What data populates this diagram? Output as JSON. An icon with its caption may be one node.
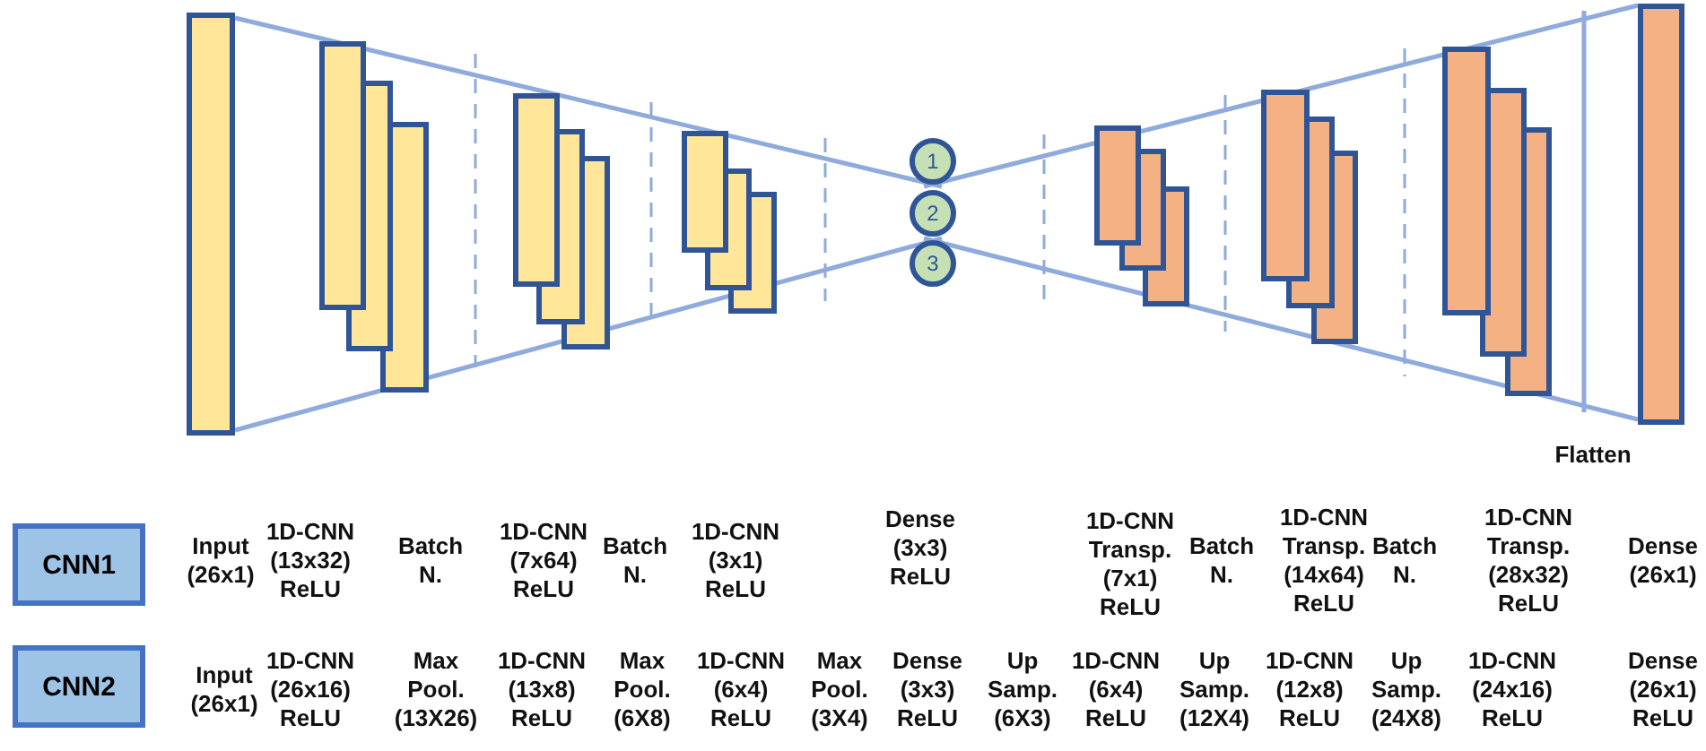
{
  "diagram": {
    "nodes": [
      {
        "text": [],
        "shape": "box"
      },
      {
        "text": [],
        "shape": "stack"
      },
      {
        "text": [],
        "shape": "stack"
      },
      {
        "text": [],
        "shape": "stack"
      },
      {
        "text": [
          "1"
        ]
      },
      {
        "text": [
          "2"
        ]
      },
      {
        "text": [
          "3"
        ]
      },
      {
        "text": [],
        "shape": "stack"
      },
      {
        "text": [],
        "shape": "stack"
      },
      {
        "text": [],
        "shape": "stack"
      },
      {
        "text": [],
        "shape": "box"
      },
      {
        "text": [
          "CNN1"
        ]
      },
      {
        "text": [
          "CNN2"
        ]
      }
    ],
    "labels": [
      "Flatten",
      "Input (26x1)",
      "1D-CNN (13x32) ReLU",
      "Batch N.",
      "1D-CNN (7x64) ReLU",
      "Batch N.",
      "1D-CNN (3x1) ReLU",
      "Dense (3x3) ReLU",
      "1D-CNN Transp. (7x1) ReLU",
      "Batch N.",
      "1D-CNN Transp. (14x64) ReLU",
      "Batch N.",
      "1D-CNN Transp. (28x32) ReLU",
      "Dense (26x1)",
      "Input (26x1)",
      "1D-CNN (26x16) ReLU",
      "Max Pool. (13X26)",
      "1D-CNN (13x8) ReLU",
      "Max Pool. (6X8)",
      "1D-CNN (6x4) ReLU",
      "Max Pool. (3X4)",
      "Dense (3x3) ReLU",
      "Up Samp. (6X3)",
      "1D-CNN (6x4) ReLU",
      "Up Samp. (12X4)",
      "1D-CNN (12x8) ReLU",
      "Up Samp. (24X8)",
      "1D-CNN (24x16) ReLU",
      "Dense (26x1) ReLU"
    ]
  }
}
